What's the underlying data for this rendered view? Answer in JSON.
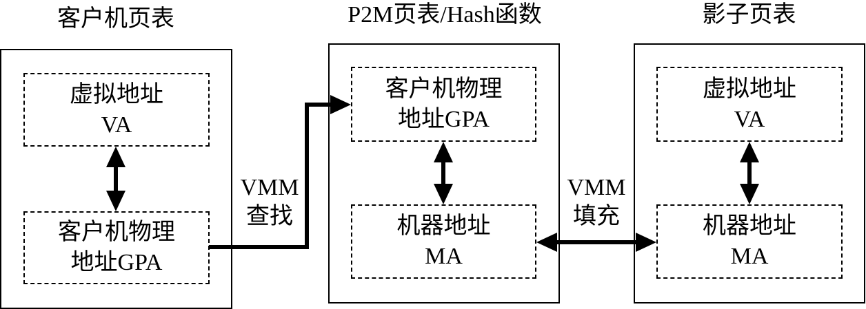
{
  "columns": [
    {
      "title": "客户机页表",
      "top_entry": {
        "line1": "虚拟地址",
        "line2": "VA"
      },
      "bottom_entry": {
        "line1": "客户机物理",
        "line2": "地址GPA"
      }
    },
    {
      "title": "P2M页表/Hash函数",
      "top_entry": {
        "line1": "客户机物理",
        "line2": "地址GPA"
      },
      "bottom_entry": {
        "line1": "机器地址",
        "line2": "MA"
      }
    },
    {
      "title": "影子页表",
      "top_entry": {
        "line1": "虚拟地址",
        "line2": "VA"
      },
      "bottom_entry": {
        "line1": "机器地址",
        "line2": "MA"
      }
    }
  ],
  "connectors": {
    "lookup": {
      "line1": "VMM",
      "line2": "查找"
    },
    "fill": {
      "line1": "VMM",
      "line2": "填充"
    }
  }
}
